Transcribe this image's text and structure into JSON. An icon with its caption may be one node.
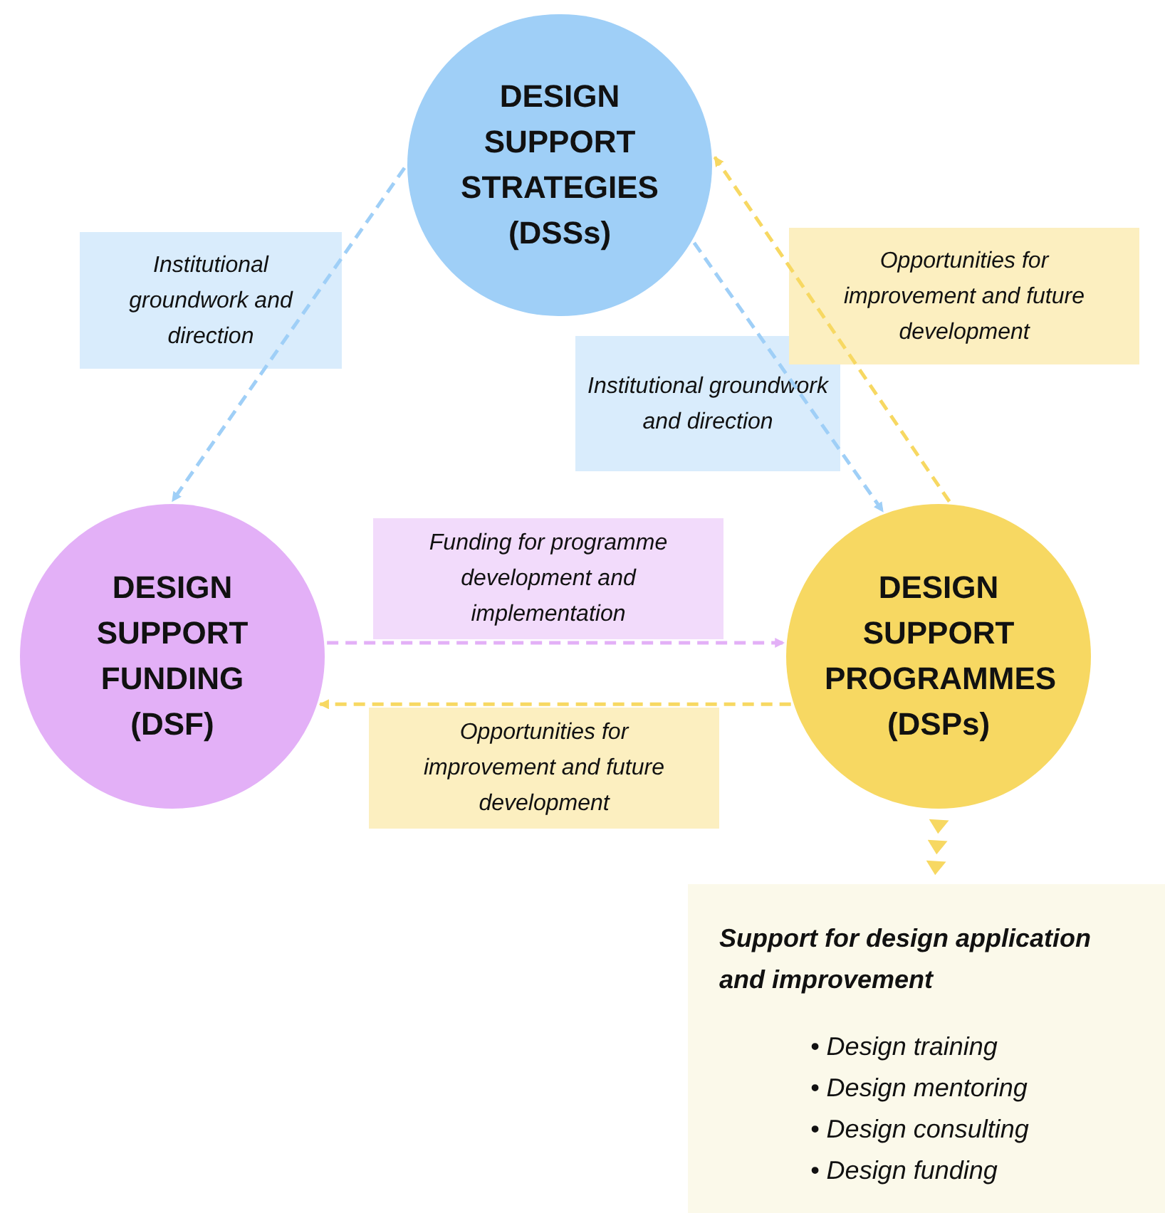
{
  "diagram": {
    "nodes": [
      {
        "text": [
          "DESIGN SUPPORT STRATEGIES (DSSs)"
        ]
      },
      {
        "text": [
          "DESIGN SUPPORT FUNDING (DSF)"
        ]
      },
      {
        "text": [
          "DESIGN SUPPORT PROGRAMMES (DSPs)"
        ]
      },
      {
        "text": [
          "Support for design application and improvement",
          "• Design training",
          "• Design mentoring",
          "• Design consulting",
          "• Design funding"
        ]
      }
    ],
    "edges": [
      {
        "from": 0,
        "to": 1,
        "arrow": "to",
        "label": "Institutional groundwork and direction",
        "style": "dashed",
        "color": "#9fcff7"
      },
      {
        "from": 0,
        "to": 2,
        "arrow": "to",
        "label": "Institutional groundwork and direction",
        "style": "dashed",
        "color": "#9fcff7"
      },
      {
        "from": 2,
        "to": 0,
        "arrow": "to",
        "label": "Opportunities for improvement and future development",
        "style": "dashed",
        "color": "#f7d862"
      },
      {
        "from": 1,
        "to": 2,
        "arrow": "to",
        "label": "Funding for programme development and implementation",
        "style": "dashed",
        "color": "#e3b0f7"
      },
      {
        "from": 2,
        "to": 1,
        "arrow": "to",
        "label": "Opportunities for improvement and future development",
        "style": "dashed",
        "color": "#f7d862"
      },
      {
        "from": 2,
        "to": 3,
        "arrow": "to",
        "color": "#f7d862"
      }
    ]
  }
}
